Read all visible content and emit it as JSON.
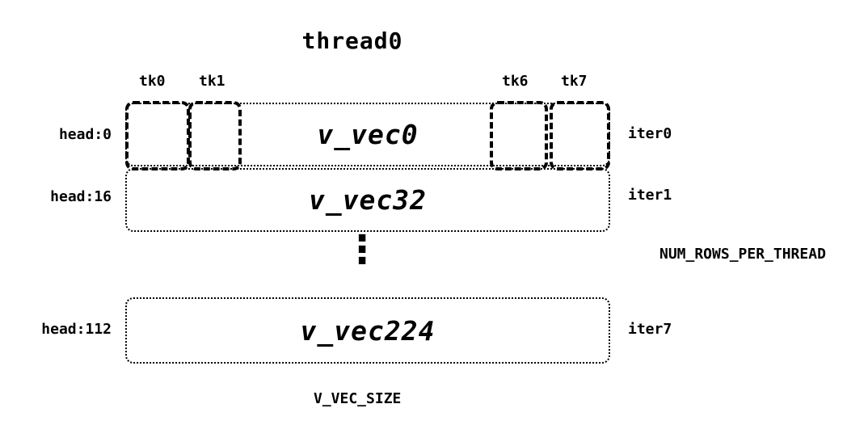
{
  "diagram": {
    "title": "thread0",
    "tk_labels": [
      "tk0",
      "tk1",
      "tk6",
      "tk7"
    ],
    "rows": [
      {
        "head": "head:0",
        "vec": "v_vec0",
        "iter": "iter0"
      },
      {
        "head": "head:16",
        "vec": "v_vec32",
        "iter": "iter1"
      },
      {
        "head": "head:112",
        "vec": "v_vec224",
        "iter": "iter7"
      }
    ],
    "ellipsis": "⋮",
    "num_rows_label": "NUM_ROWS_PER_THREAD",
    "v_vec_size_label": "V_VEC_SIZE",
    "colors": {
      "ink": "#000000",
      "background": "#ffffff"
    }
  }
}
